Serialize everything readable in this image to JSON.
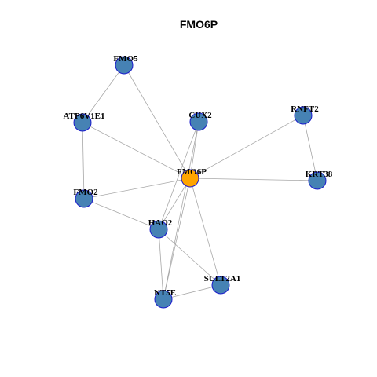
{
  "title": "FMO6P",
  "colors": {
    "center_fill": "#FFA500",
    "node_fill": "#4682B4",
    "node_stroke": "#1A1ACC",
    "edge": "#A8A8A8"
  },
  "nodes": [
    {
      "id": "FMO5",
      "label": "FMO5",
      "center": false
    },
    {
      "id": "ATP6V1E1",
      "label": "ATP6V1E1",
      "center": false
    },
    {
      "id": "CUX2",
      "label": "CUX2",
      "center": false
    },
    {
      "id": "RNFT2",
      "label": "RNFT2",
      "center": false
    },
    {
      "id": "FMO6P",
      "label": "FMO6P",
      "center": true
    },
    {
      "id": "KRT38",
      "label": "KRT38",
      "center": false
    },
    {
      "id": "FMO2",
      "label": "FMO2",
      "center": false
    },
    {
      "id": "HAO2",
      "label": "HAO2",
      "center": false
    },
    {
      "id": "SULT2A1",
      "label": "SULT2A1",
      "center": false
    },
    {
      "id": "NT5E",
      "label": "NT5E",
      "center": false
    }
  ],
  "edges": [
    [
      "FMO5",
      "ATP6V1E1"
    ],
    [
      "FMO5",
      "FMO6P"
    ],
    [
      "ATP6V1E1",
      "FMO6P"
    ],
    [
      "ATP6V1E1",
      "FMO2"
    ],
    [
      "CUX2",
      "FMO6P"
    ],
    [
      "CUX2",
      "HAO2"
    ],
    [
      "CUX2",
      "NT5E"
    ],
    [
      "RNFT2",
      "FMO6P"
    ],
    [
      "RNFT2",
      "KRT38"
    ],
    [
      "FMO6P",
      "KRT38"
    ],
    [
      "FMO6P",
      "FMO2"
    ],
    [
      "FMO6P",
      "HAO2"
    ],
    [
      "FMO6P",
      "SULT2A1"
    ],
    [
      "FMO6P",
      "NT5E"
    ],
    [
      "FMO2",
      "HAO2"
    ],
    [
      "HAO2",
      "SULT2A1"
    ],
    [
      "HAO2",
      "NT5E"
    ],
    [
      "NT5E",
      "SULT2A1"
    ]
  ]
}
